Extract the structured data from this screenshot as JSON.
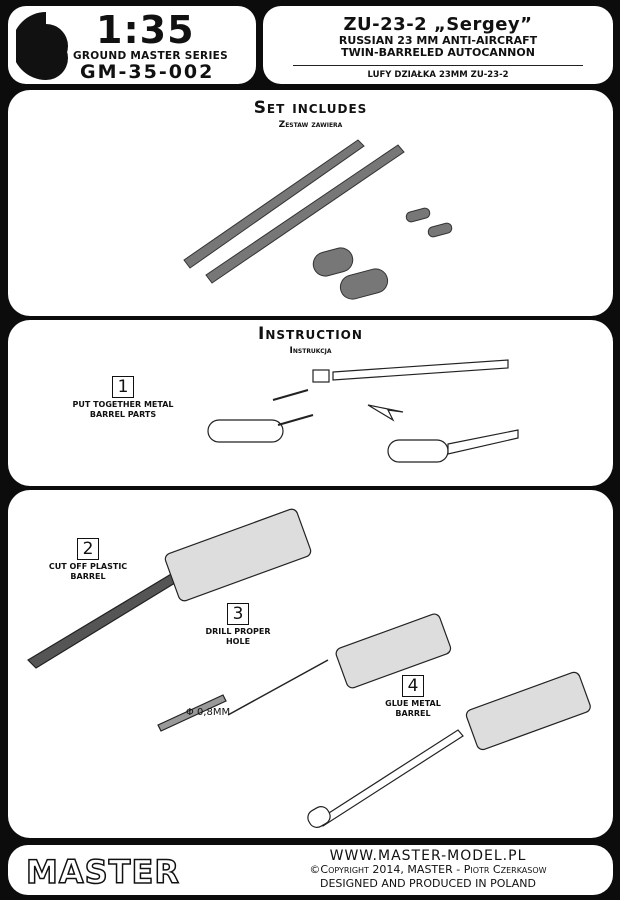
{
  "header": {
    "scale": "1:35",
    "series": "GROUND MASTER SERIES",
    "code": "GM-35-002",
    "title": "ZU-23-2 „Sergey”",
    "subtitle1": "Russian 23 mm anti-aircraft",
    "subtitle2": "twin-barreled autocannon",
    "polish": "Lufy działka 23mm ZU-23-2"
  },
  "set": {
    "title": "Set includes",
    "subtitle": "Zestaw zawiera"
  },
  "instruction": {
    "title": "Instruction",
    "subtitle": "Instrukcja",
    "steps": [
      {
        "num": "1",
        "text": "PUT TOGETHER METAL BARREL PARTS"
      },
      {
        "num": "2",
        "text": "CUT OFF PLASTIC BARREL"
      },
      {
        "num": "3",
        "text": "DRILL PROPER HOLE"
      },
      {
        "num": "4",
        "text": "GLUE METAL BARREL"
      }
    ],
    "drill_size": "Φ 0,8MM"
  },
  "footer": {
    "brand": "MASTER",
    "url": "WWW.MASTER-MODEL.PL",
    "copyright": "©Copyright 2014, MASTER - Piotr Czerkasow",
    "made": "DESIGNED AND PRODUCED IN POLAND"
  }
}
